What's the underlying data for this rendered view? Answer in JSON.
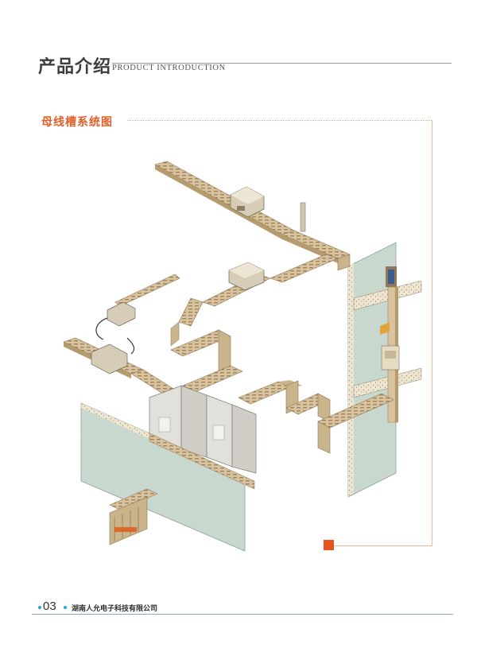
{
  "header": {
    "title": "产品介绍",
    "subtitle": "PRODUCT INTRODUCTION"
  },
  "section": {
    "title": "母线槽系统图"
  },
  "diagram": {
    "duct_color": "#d8c39e",
    "duct_shadow": "#b59b6e",
    "wall_color": "#c9d8ce",
    "floor_color": "#ece3d0"
  },
  "footer": {
    "page_number": "03",
    "company": "湖南人允电子科技有限公司",
    "accent": "#29a6d8"
  },
  "accent": "#e8521f"
}
